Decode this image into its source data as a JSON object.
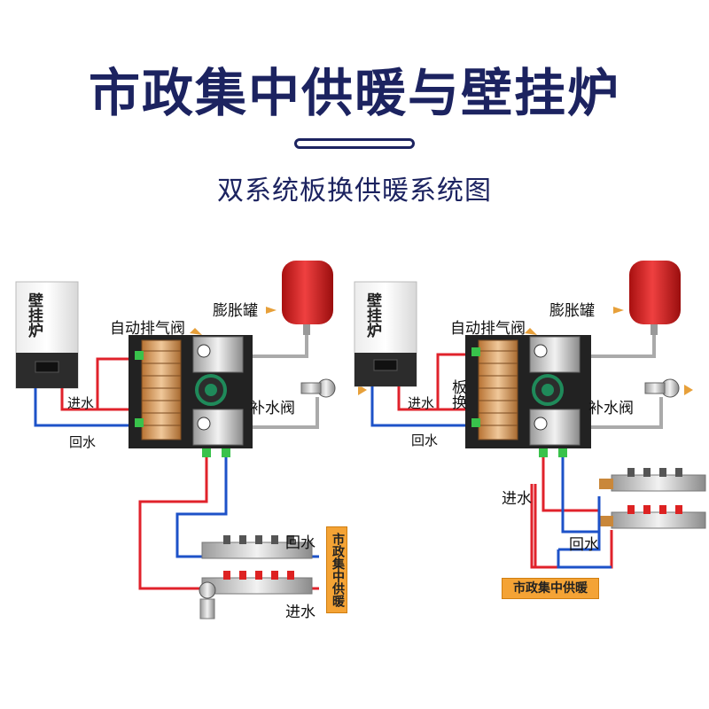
{
  "header": {
    "title": "市政集中供暖与壁挂炉",
    "subtitle": "双系统板换供暖系统图"
  },
  "left_diagram": {
    "boiler_label": "壁挂炉",
    "auto_vent_label": "自动排气阀",
    "expansion_tank_label": "膨胀罐",
    "inlet_label": "进水",
    "return_label": "回水",
    "makeup_valve_label": "补水阀",
    "manifold_return_label": "回水",
    "manifold_inlet_label": "进水",
    "municipal_label": "市政集中供暖"
  },
  "right_diagram": {
    "boiler_label": "壁挂炉",
    "auto_vent_label": "自动排气阀",
    "expansion_tank_label": "膨胀罐",
    "plate_exchanger_label": "板换",
    "inlet_label": "进水",
    "return_label": "回水",
    "makeup_valve_label": "补水阀",
    "manifold_inlet_label": "进水",
    "manifold_return_label": "回水",
    "municipal_label": "市政集中供暖"
  },
  "colors": {
    "title": "#1c2360",
    "hot_pipe": "#e0222b",
    "cold_pipe": "#1d52c8",
    "board": "#222222",
    "tank": "#d81e1e",
    "label_box": "#f4a335"
  }
}
